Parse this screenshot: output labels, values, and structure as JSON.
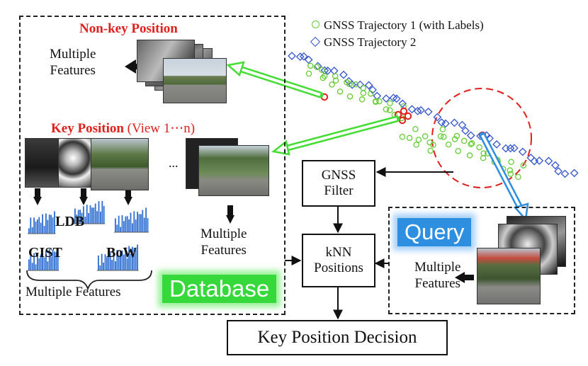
{
  "legend": {
    "traj1": "GNSS Trajectory 1 (with Labels)",
    "traj2": "GNSS Trajectory 2"
  },
  "database": {
    "nonkey_title": "Non-key Position",
    "nonkey_features": [
      "Multiple",
      "Features"
    ],
    "key_title": "Key Position",
    "key_view": "(View 1⋯n)",
    "ellipsis": "...",
    "feat_ldb": "LDB",
    "feat_gist": "GIST",
    "feat_bow": "BoW",
    "multi_features_caption": "Multiple Features",
    "right_features": [
      "Multiple",
      "Features"
    ],
    "tag": "Database"
  },
  "pipeline": {
    "gnss_filter": [
      "GNSS",
      "Filter"
    ],
    "knn": [
      "kNN",
      "Positions"
    ],
    "decision": "Key Position Decision"
  },
  "query": {
    "tag": "Query",
    "features": [
      "Multiple",
      "Features"
    ]
  },
  "colors": {
    "traj1": "#66cc33",
    "traj2": "#3355cc",
    "highlight": "#e0201c",
    "green_tag": "#35d93a",
    "blue_tag": "#2e8fe0"
  }
}
